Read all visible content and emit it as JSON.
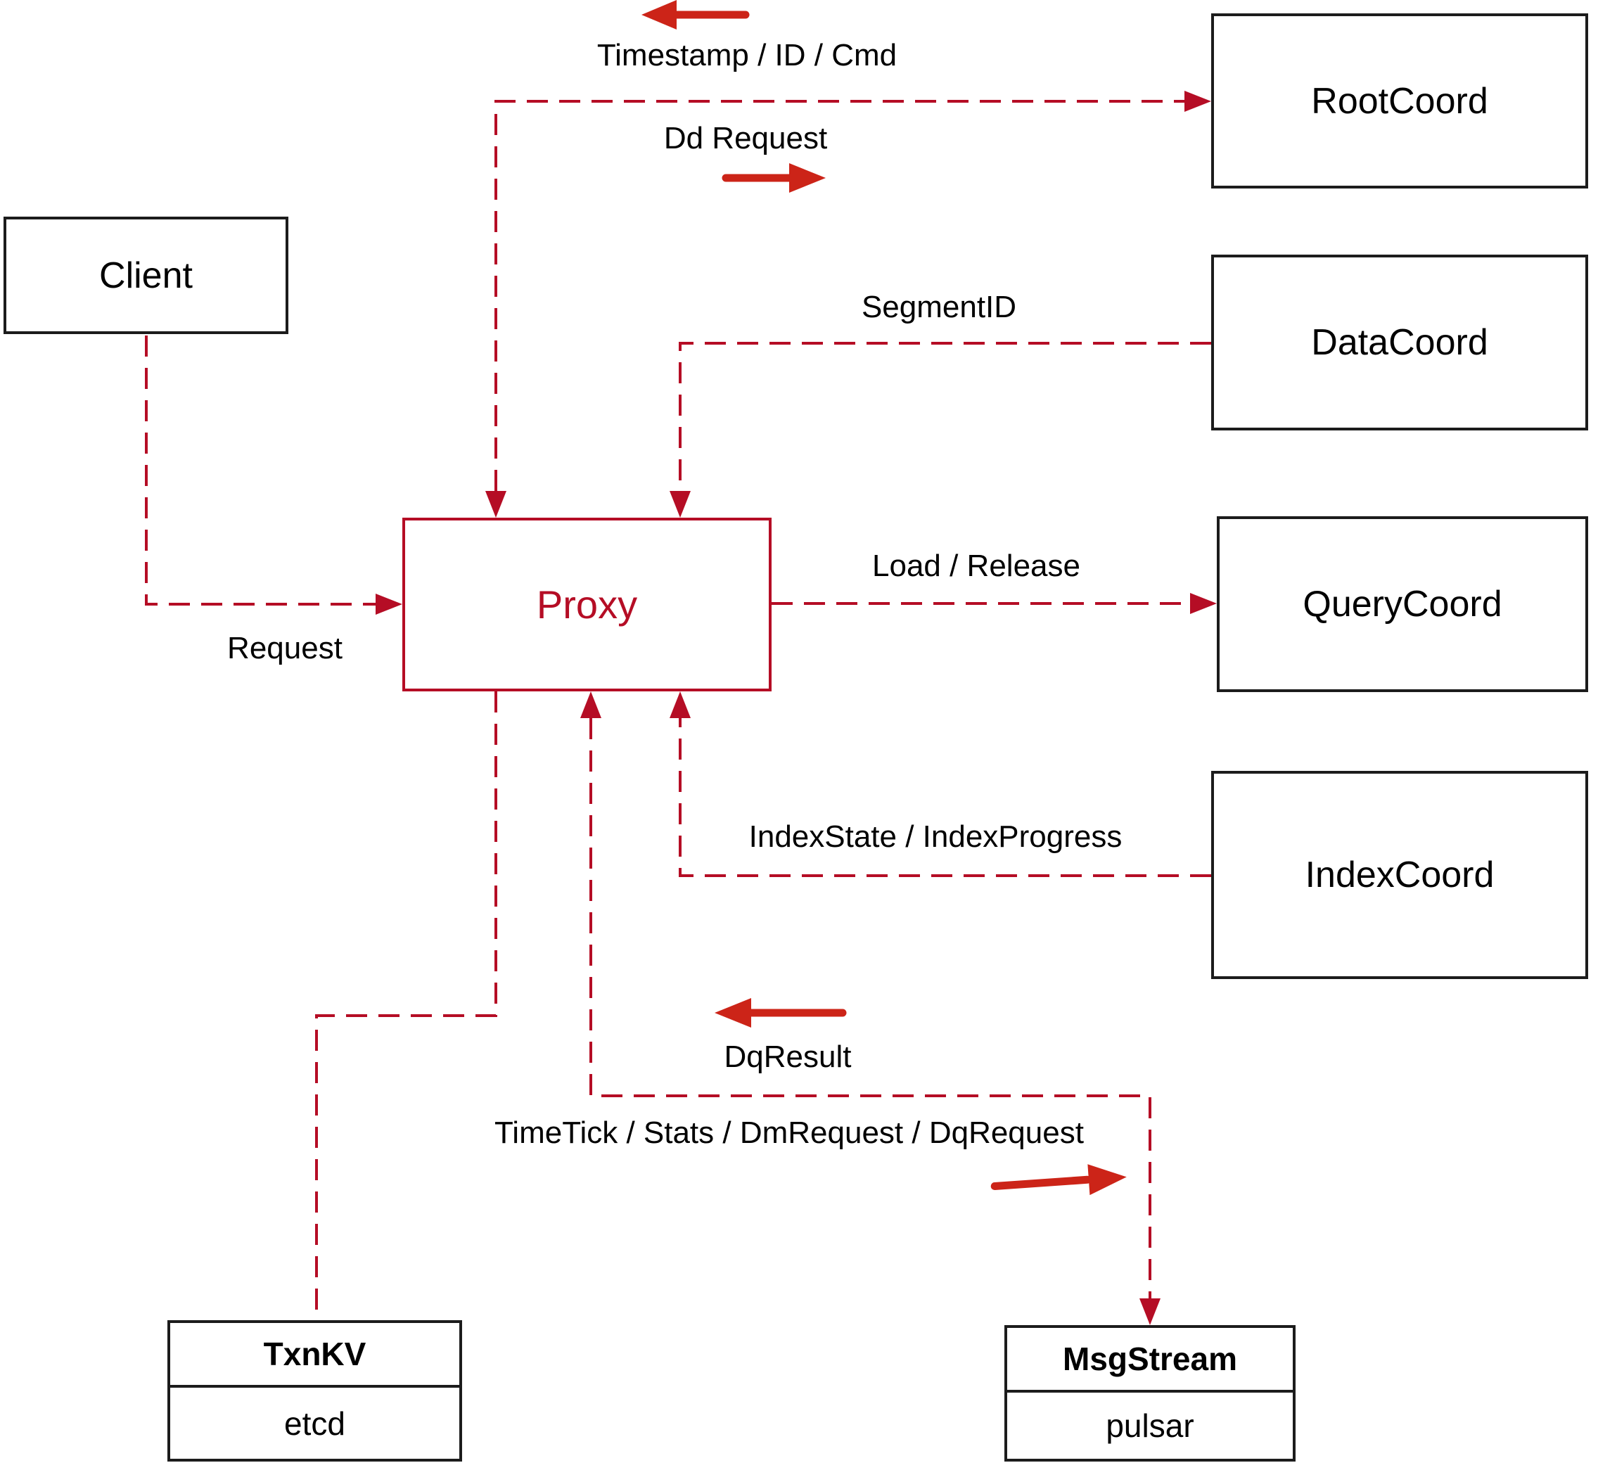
{
  "diagram": {
    "nodes": {
      "client": {
        "label": "Client"
      },
      "proxy": {
        "label": "Proxy"
      },
      "root_coord": {
        "label": "RootCoord"
      },
      "data_coord": {
        "label": "DataCoord"
      },
      "query_coord": {
        "label": "QueryCoord"
      },
      "index_coord": {
        "label": "IndexCoord"
      },
      "txn_kv": {
        "title": "TxnKV",
        "subtitle": "etcd"
      },
      "msg_stream": {
        "title": "MsgStream",
        "subtitle": "pulsar"
      }
    },
    "edge_labels": {
      "timestamp": "Timestamp / ID / Cmd",
      "dd_request": "Dd Request",
      "segment_id": "SegmentID",
      "request": "Request",
      "load_release": "Load / Release",
      "index_state": "IndexState / IndexProgress",
      "dq_result": "DqResult",
      "time_tick": "TimeTick / Stats / DmRequest / DqRequest"
    },
    "colors": {
      "line_red": "#b50d25",
      "arrow_red": "#cc2418",
      "border_black": "#1c1c1c",
      "text_black": "#000000",
      "background": "#ffffff"
    }
  }
}
